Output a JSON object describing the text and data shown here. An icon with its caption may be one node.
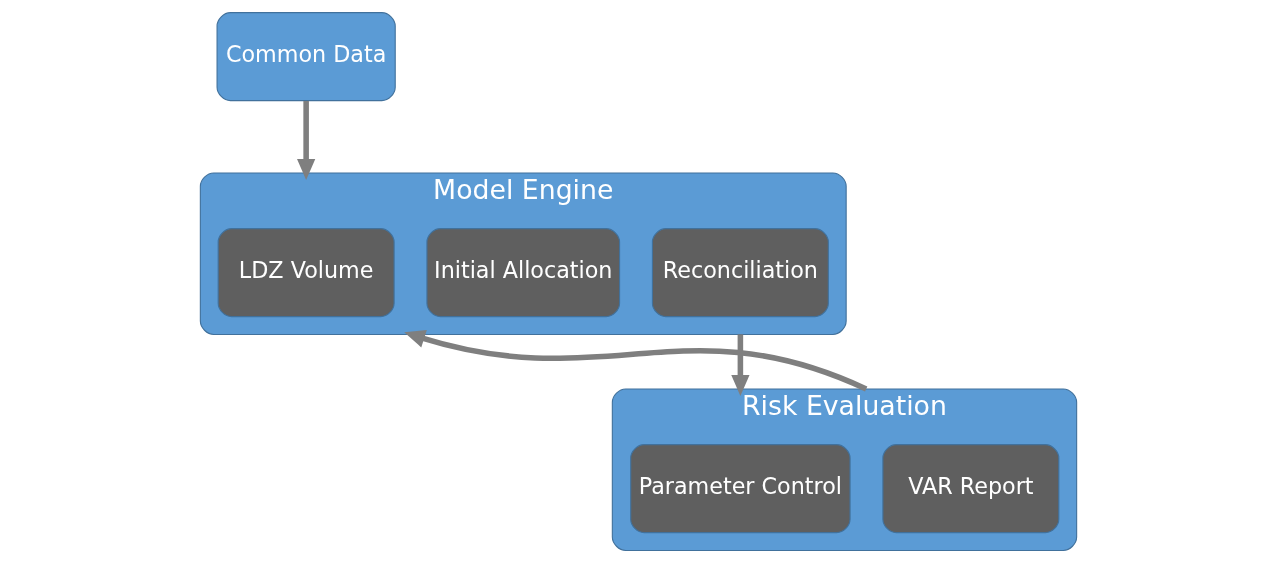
{
  "diagram": {
    "nodes": [
      {
        "text": [
          "Common Data"
        ]
      },
      {
        "text": [
          "Model Engine"
        ]
      },
      {
        "text": [
          "LDZ Volume"
        ],
        "in": 1
      },
      {
        "text": [
          "Initial Allocation"
        ],
        "in": 1
      },
      {
        "text": [
          "Reconciliation"
        ],
        "in": 1
      },
      {
        "text": [
          "Risk Evaluation"
        ]
      },
      {
        "text": [
          "Parameter Control"
        ],
        "in": 5
      },
      {
        "text": [
          "VAR Report"
        ],
        "in": 5
      }
    ],
    "edges": [
      {
        "from": 0,
        "to": 1,
        "arrow": "to"
      },
      {
        "from": 1,
        "to": 5,
        "arrow": "to"
      },
      {
        "from": 5,
        "to": 1,
        "arrow": "to"
      }
    ]
  }
}
